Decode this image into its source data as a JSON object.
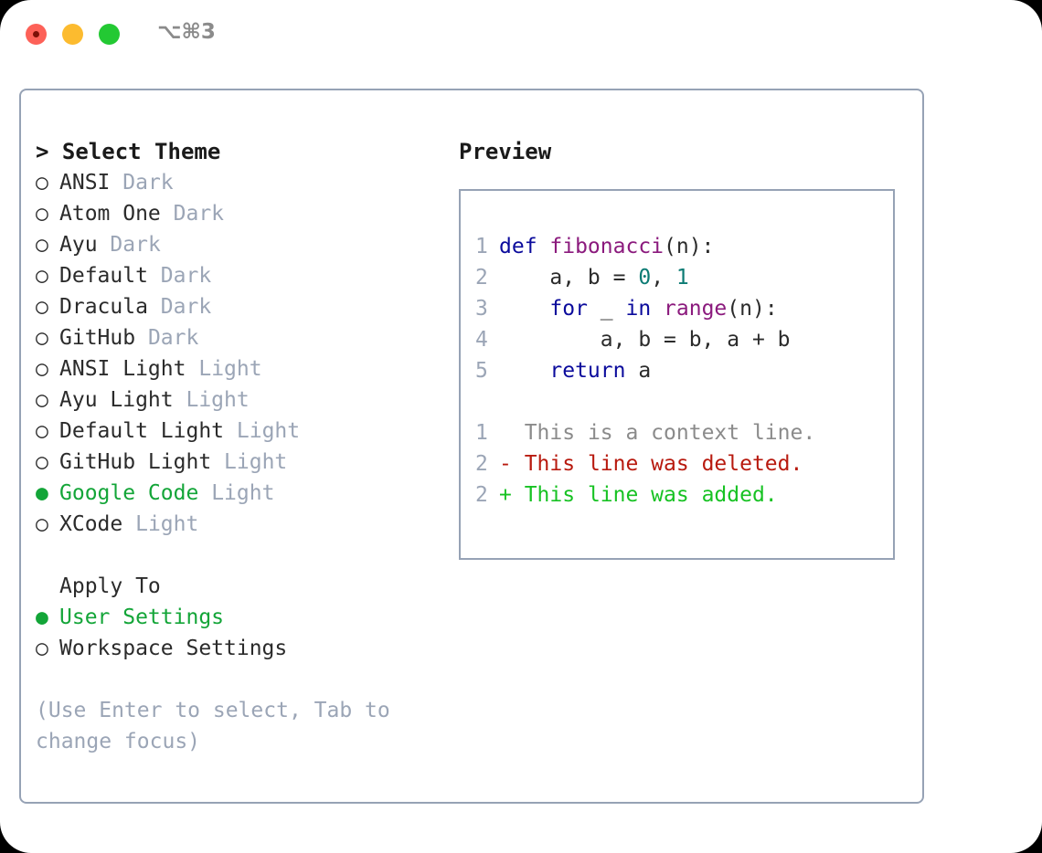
{
  "titlebar": {
    "shortcut": "⌥⌘3",
    "lights": [
      {
        "name": "close",
        "color": "#fd6158"
      },
      {
        "name": "minimize",
        "color": "#fcbb2f"
      },
      {
        "name": "maximize",
        "color": "#23c933"
      }
    ]
  },
  "colors": {
    "accent_green": "#13a538",
    "muted": "#9ba5b6",
    "border": "#96a2b5",
    "keyword": "#0b0b9c",
    "function": "#8b1a7d",
    "number": "#0c7b74",
    "diff_added": "#17c223",
    "diff_deleted": "#b81a0f",
    "diff_context": "#8b8b8b"
  },
  "theme_list": {
    "header": "> Select Theme",
    "items": [
      {
        "marker": "○",
        "label": "ANSI",
        "category": "Dark",
        "selected": false
      },
      {
        "marker": "○",
        "label": "Atom One",
        "category": "Dark",
        "selected": false
      },
      {
        "marker": "○",
        "label": "Ayu",
        "category": "Dark",
        "selected": false
      },
      {
        "marker": "○",
        "label": "Default",
        "category": "Dark",
        "selected": false
      },
      {
        "marker": "○",
        "label": "Dracula",
        "category": "Dark",
        "selected": false
      },
      {
        "marker": "○",
        "label": "GitHub",
        "category": "Dark",
        "selected": false
      },
      {
        "marker": "○",
        "label": "ANSI Light",
        "category": "Light",
        "selected": false
      },
      {
        "marker": "○",
        "label": "Ayu Light",
        "category": "Light",
        "selected": false
      },
      {
        "marker": "○",
        "label": "Default Light",
        "category": "Light",
        "selected": false
      },
      {
        "marker": "○",
        "label": "GitHub Light",
        "category": "Light",
        "selected": false
      },
      {
        "marker": "●",
        "label": "Google Code",
        "category": "Light",
        "selected": true
      },
      {
        "marker": "○",
        "label": "XCode",
        "category": "Light",
        "selected": false
      }
    ]
  },
  "apply_to": {
    "header": "Apply To",
    "items": [
      {
        "marker": "●",
        "label": "User Settings",
        "selected": true
      },
      {
        "marker": "○",
        "label": "Workspace Settings",
        "selected": false
      }
    ]
  },
  "hint": "(Use Enter to select, Tab to change focus)",
  "preview": {
    "title": "Preview",
    "code_lines": [
      {
        "num": "1",
        "tokens": [
          {
            "t": "def ",
            "c": "kw"
          },
          {
            "t": "fibonacci",
            "c": "fn"
          },
          {
            "t": "(n):",
            "c": "pl"
          }
        ]
      },
      {
        "num": "2",
        "tokens": [
          {
            "t": "    a, b = ",
            "c": "pl"
          },
          {
            "t": "0",
            "c": "num"
          },
          {
            "t": ", ",
            "c": "pl"
          },
          {
            "t": "1",
            "c": "num"
          }
        ]
      },
      {
        "num": "3",
        "tokens": [
          {
            "t": "    for ",
            "c": "kw"
          },
          {
            "t": "_ ",
            "c": "pl"
          },
          {
            "t": "in ",
            "c": "kw"
          },
          {
            "t": "range",
            "c": "fn"
          },
          {
            "t": "(n):",
            "c": "pl"
          }
        ]
      },
      {
        "num": "4",
        "tokens": [
          {
            "t": "        a, b = b, a + b",
            "c": "pl"
          }
        ]
      },
      {
        "num": "5",
        "tokens": [
          {
            "t": "    return ",
            "c": "kw"
          },
          {
            "t": "a",
            "c": "pl"
          }
        ]
      }
    ],
    "diff_lines": [
      {
        "num": "1",
        "sign": "  ",
        "text": "This is a context line.",
        "kind": "ctx"
      },
      {
        "num": "2",
        "sign": "- ",
        "text": "This line was deleted.",
        "kind": "del"
      },
      {
        "num": "2",
        "sign": "+ ",
        "text": "This line was added.",
        "kind": "add"
      }
    ]
  }
}
